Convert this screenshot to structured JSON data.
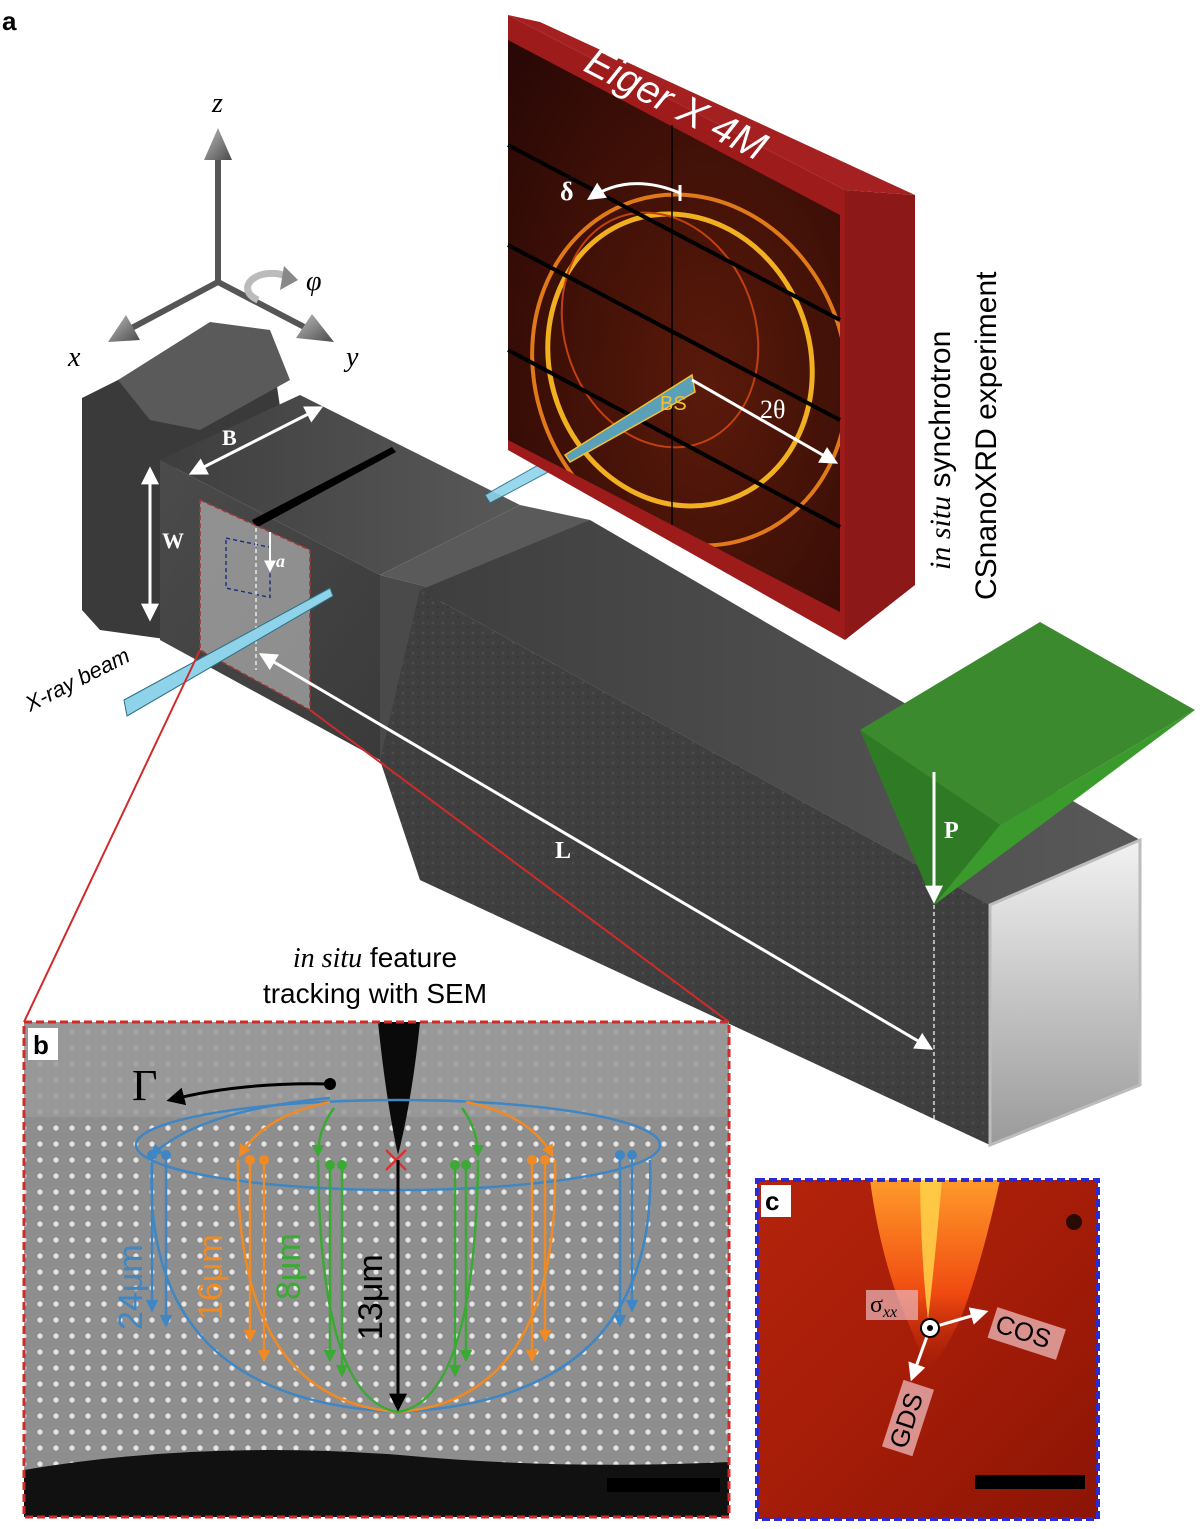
{
  "panels": {
    "a": {
      "label": "a"
    },
    "b": {
      "label": "b"
    },
    "c": {
      "label": "c"
    }
  },
  "axes": {
    "z": "z",
    "x": "x",
    "y": "y",
    "phi": "φ"
  },
  "detector": {
    "name": "Eiger X 4M",
    "delta": "δ",
    "bs": "BS",
    "two_theta": "2θ"
  },
  "experiment": {
    "line1_italic": "in situ",
    "line1_rest": " synchrotron",
    "line2": "CSnanoXRD experiment"
  },
  "beam": {
    "label": "X-ray beam"
  },
  "dimensions": {
    "B": "B",
    "W": "W",
    "a": "a",
    "L": "L",
    "P": "P"
  },
  "sem_caption": {
    "line1_italic": "in situ",
    "line1_rest": " feature",
    "line2": "tracking with SEM"
  },
  "panel_b": {
    "gamma": "Γ",
    "contours": [
      {
        "label": "24μm",
        "color": "#3f86c4"
      },
      {
        "label": "16μm",
        "color": "#f08a24"
      },
      {
        "label": "8μm",
        "color": "#3aaa35"
      },
      {
        "label": "13μm",
        "color": "#000000"
      }
    ]
  },
  "panel_c": {
    "sigma_main": "σ",
    "sigma_sub": "xx",
    "cos": "COS",
    "gds": "GDS"
  },
  "colors": {
    "detector_red": "#9e1b1b",
    "punch_green": "#3b8a2e",
    "beam_blue": "#8fd3ea",
    "panel_b_border": "#d02a2a",
    "panel_c_border": "#2b2bd6"
  }
}
